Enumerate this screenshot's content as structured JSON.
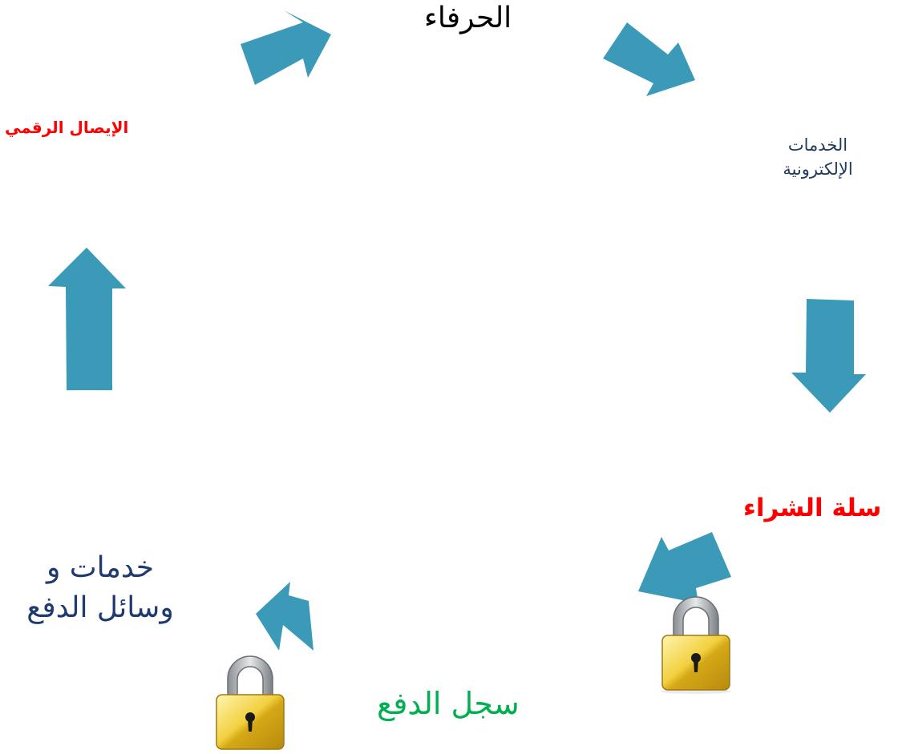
{
  "labels": {
    "clients": "الحرفاء",
    "eservices_line1": "الخدمات",
    "eservices_line2": "الإلكترونية",
    "cart": "سلة الشراء",
    "payment_log": "سجل الدفع",
    "payment_means_line1": "خدمات و",
    "payment_means_line2": "وسائل الدفع",
    "digital_receipt": "الإيصال الرقمي"
  },
  "colors": {
    "arrow": "#3a9ab8",
    "clients_text": "#000000",
    "eservices_text": "#1f3a5c",
    "cart_text": "#ff0000",
    "payment_log_text": "#00b050",
    "payment_means_text": "#1f3a6e",
    "receipt_text": "#ff0000",
    "lock_body": "#e8c020"
  },
  "icons": [
    "padlock-icon",
    "padlock-icon"
  ]
}
